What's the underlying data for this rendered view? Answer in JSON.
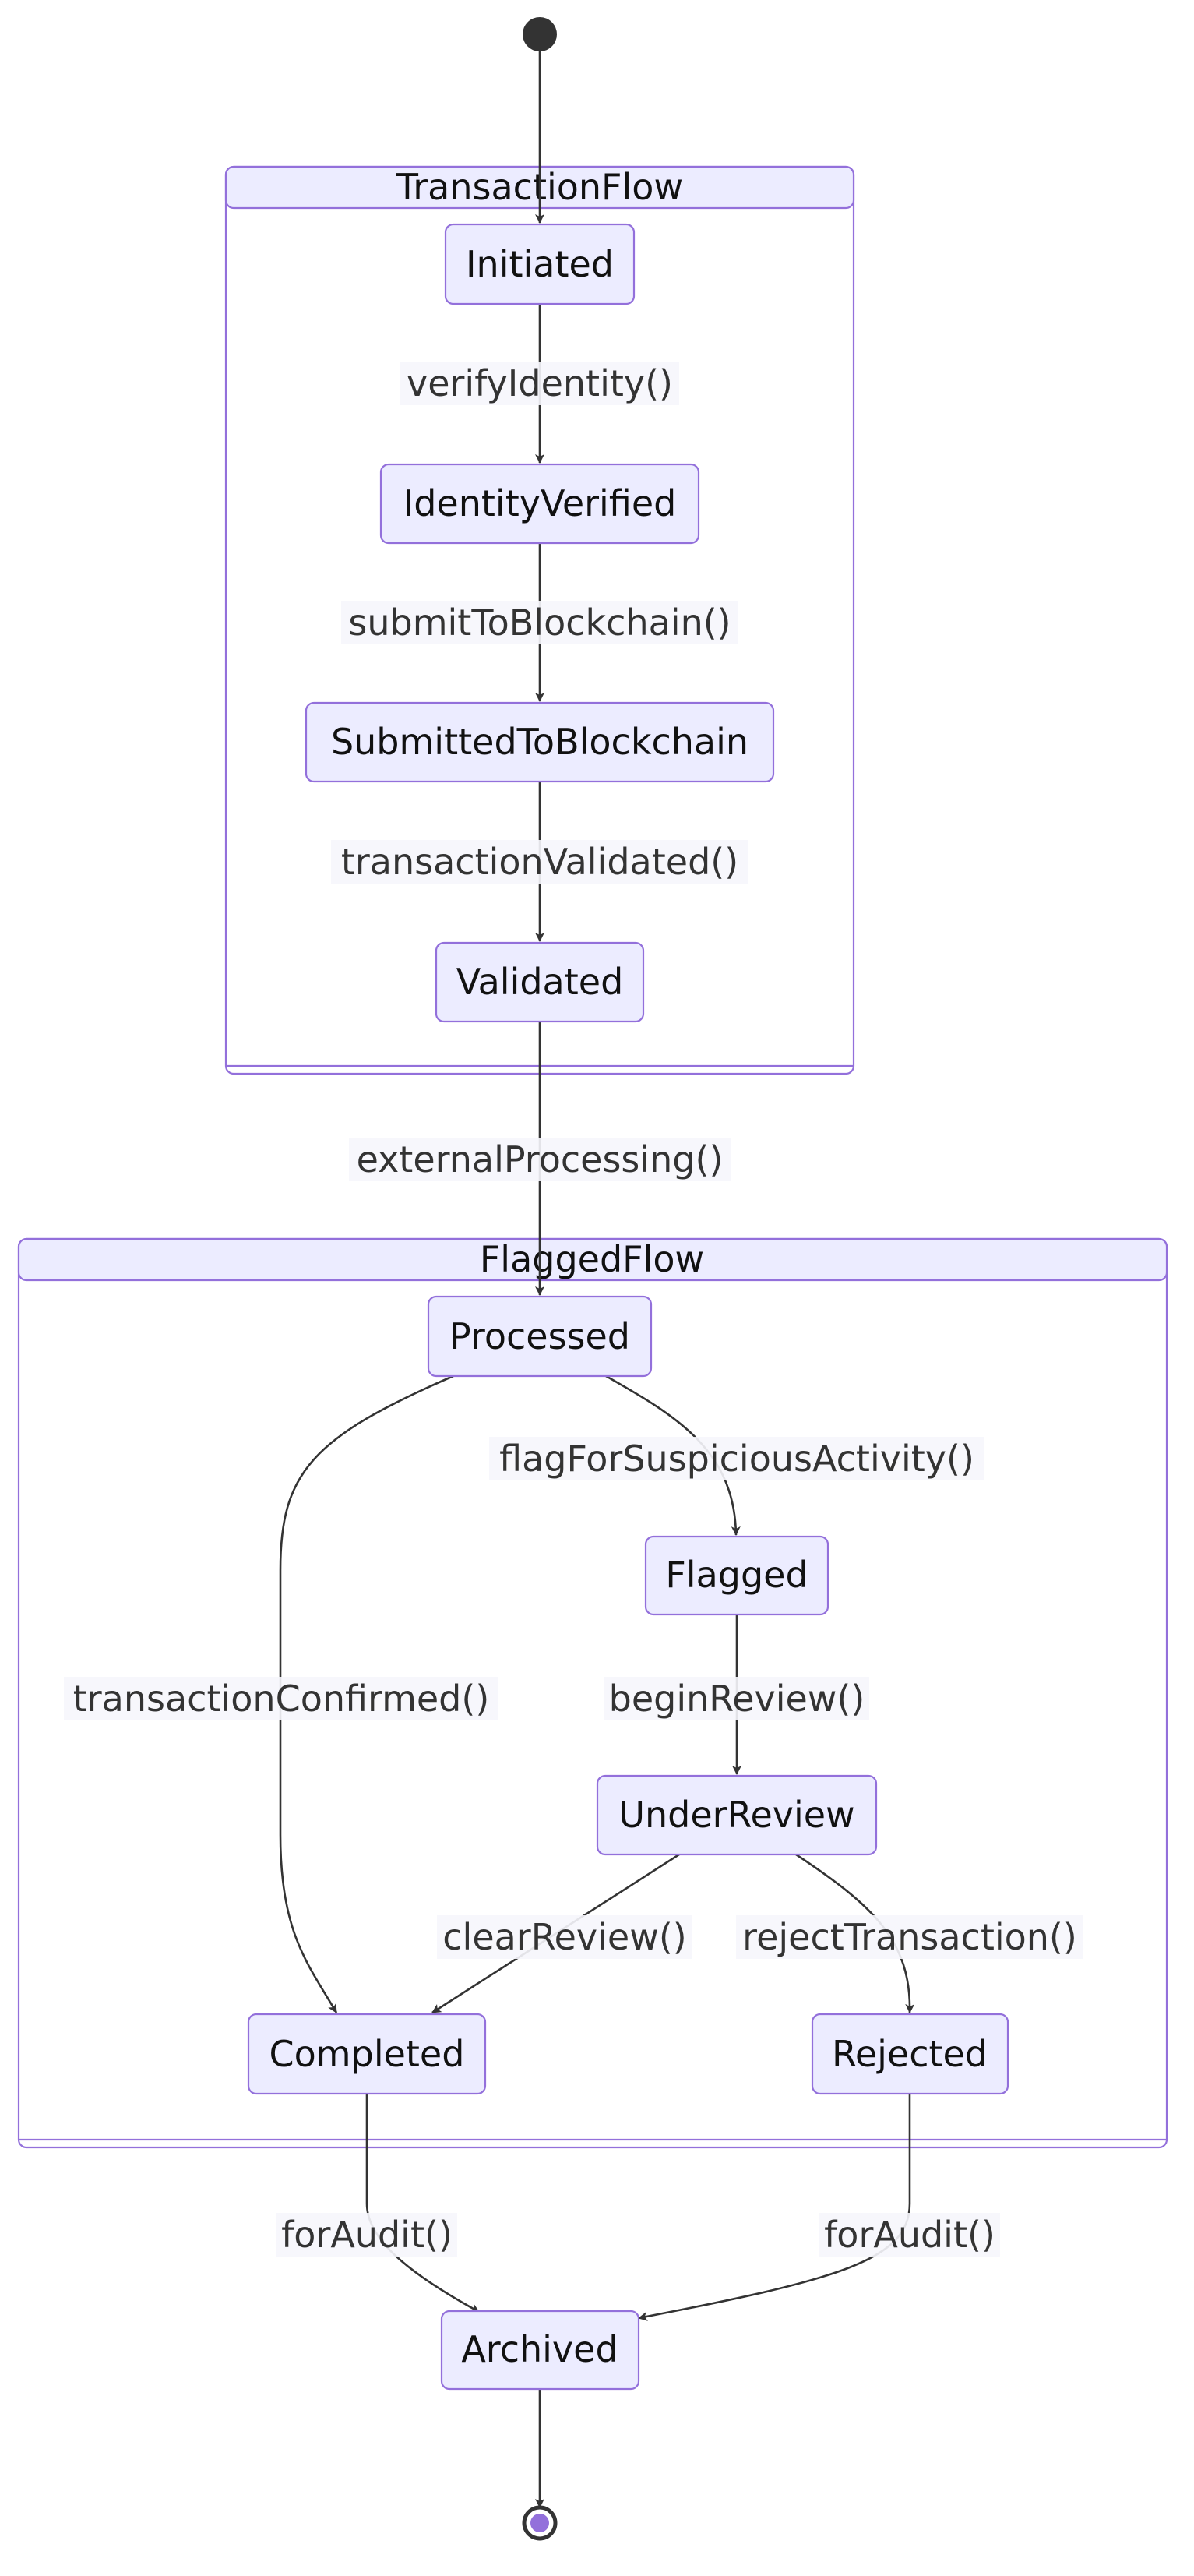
{
  "diagram": {
    "composites": {
      "transaction_flow": "TransactionFlow",
      "flagged_flow": "FlaggedFlow"
    },
    "states": {
      "initiated": "Initiated",
      "identity_verified": "IdentityVerified",
      "submitted_to_blockchain": "SubmittedToBlockchain",
      "validated": "Validated",
      "processed": "Processed",
      "flagged": "Flagged",
      "under_review": "UnderReview",
      "completed": "Completed",
      "rejected": "Rejected",
      "archived": "Archived"
    },
    "transitions": {
      "verify_identity": "verifyIdentity()",
      "submit_to_blockchain": "submitToBlockchain()",
      "transaction_validated": "transactionValidated()",
      "external_processing": "externalProcessing()",
      "flag_for_suspicious_activity": "flagForSuspiciousActivity()",
      "transaction_confirmed": "transactionConfirmed()",
      "begin_review": "beginReview()",
      "clear_review": "clearReview()",
      "reject_transaction": "rejectTransaction()",
      "completed_for_audit": "forAudit()",
      "rejected_for_audit": "forAudit()"
    },
    "colors": {
      "state_fill": "#ececff",
      "state_stroke": "#9370db",
      "edge": "#333333",
      "end_inner": "#9370db"
    }
  }
}
